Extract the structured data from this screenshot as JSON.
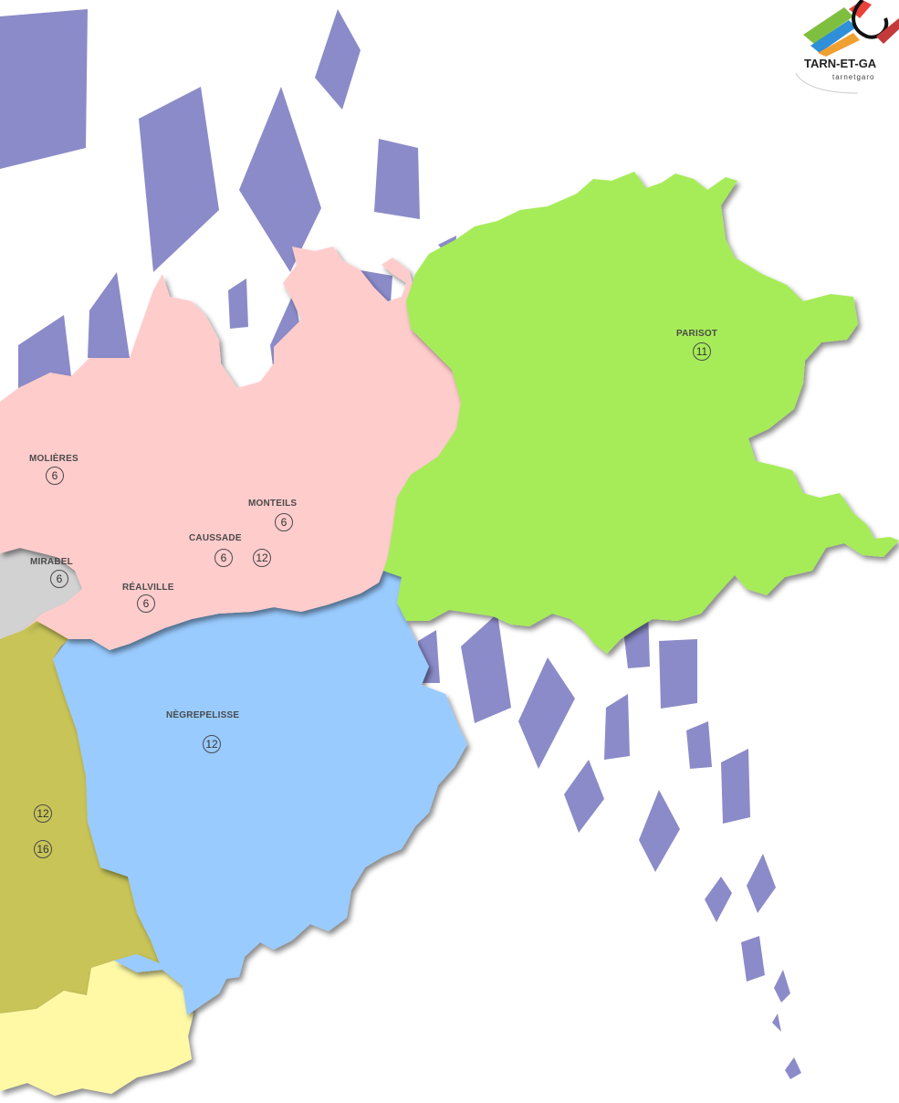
{
  "logo": {
    "name": "TARN-ET-GA",
    "url": "tarnetgaro"
  },
  "communes": {
    "molieres": {
      "name": "MOLIÈRES",
      "lines": [
        "6"
      ]
    },
    "monteils": {
      "name": "MONTEILS",
      "lines": [
        "6"
      ]
    },
    "caussade": {
      "name": "CAUSSADE",
      "lines": [
        "6",
        "12"
      ]
    },
    "mirabel": {
      "name": "MIRABEL",
      "lines": [
        "6"
      ]
    },
    "realville": {
      "name": "RÉALVILLE",
      "lines": [
        "6"
      ]
    },
    "parisot": {
      "name": "PARISOT",
      "lines": [
        "11"
      ]
    },
    "negrepelisse": {
      "name": "NÈGREPELISSE",
      "lines": [
        "12"
      ]
    },
    "unnamed_west": {
      "lines": [
        "12",
        "16"
      ]
    }
  },
  "colors": {
    "decor": "#8b8bc9",
    "zone_caussade": "#ffcccc",
    "zone_parisot": "#a6ec58",
    "zone_negrepelisse": "#99cbff",
    "zone_west": "#c8c459",
    "zone_south": "#fff9a6",
    "zone_grey": "#d2d2d2"
  }
}
